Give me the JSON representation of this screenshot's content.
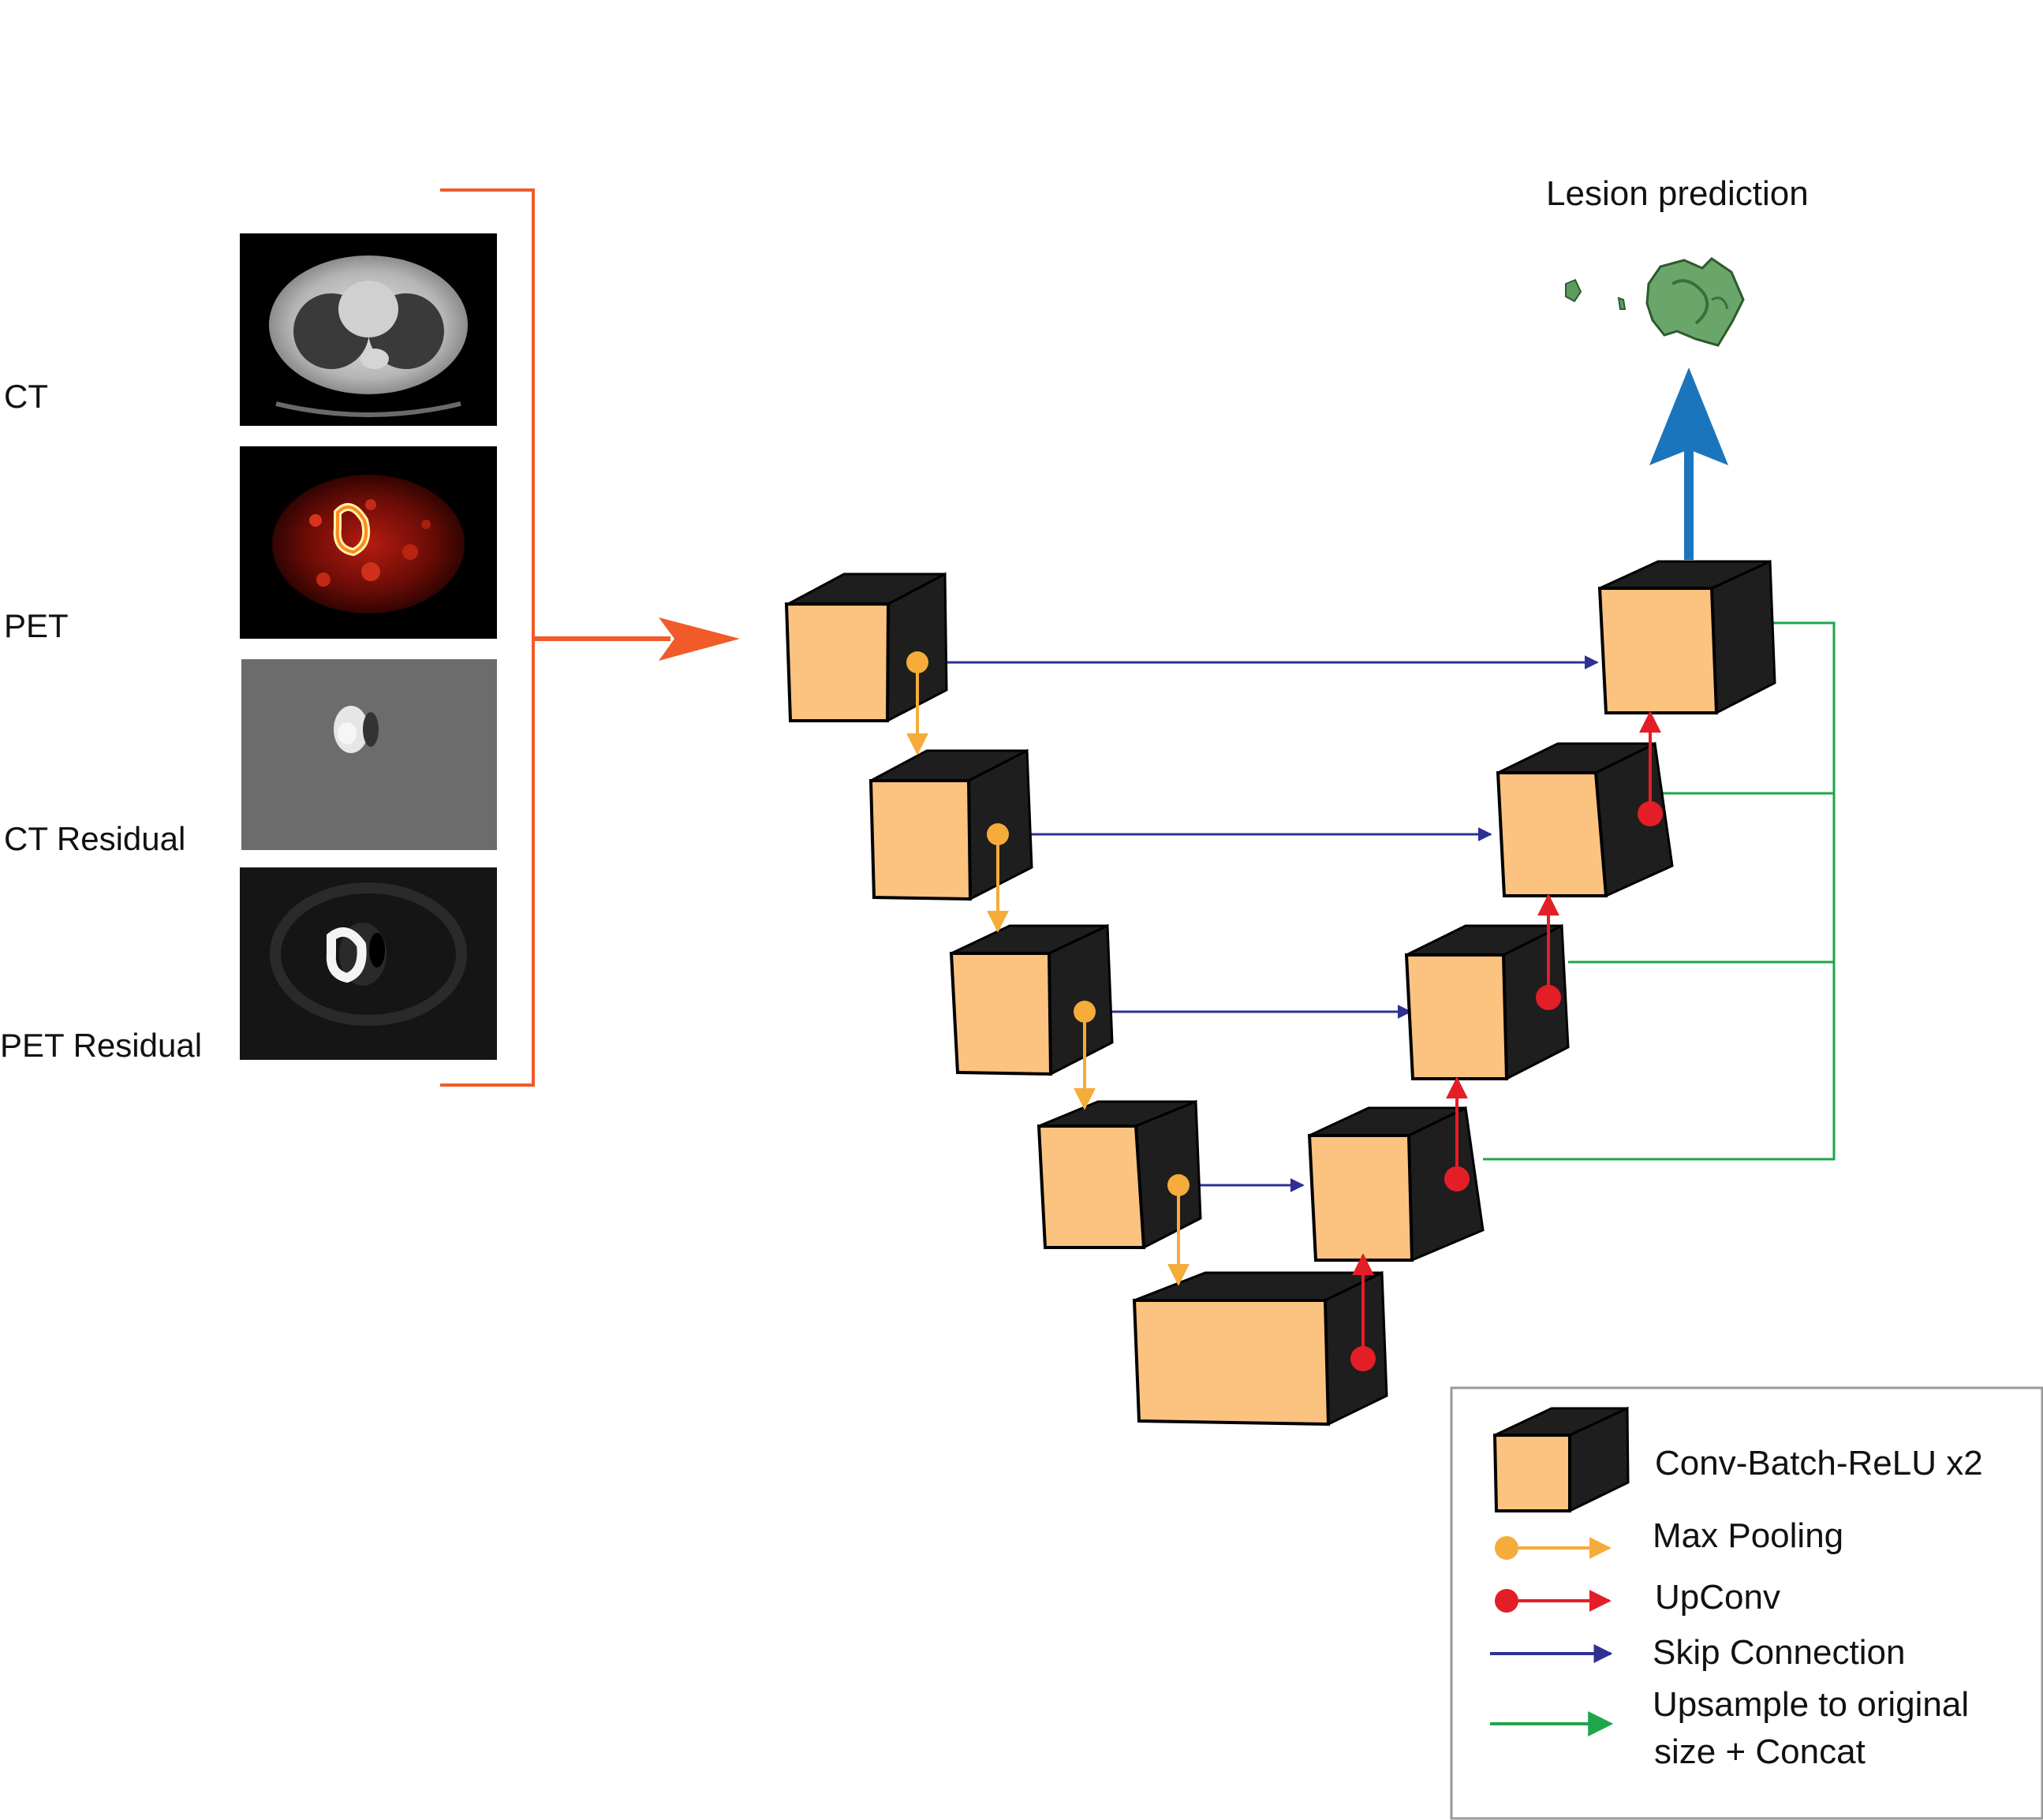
{
  "input_labels": {
    "ct": "CT",
    "pet": "PET",
    "ct_residual": "CT Residual",
    "pet_residual": "PET Residual"
  },
  "output": {
    "title": "Lesion prediction"
  },
  "legend": {
    "block": "Conv-Batch-ReLU x2",
    "max_pooling": "Max Pooling",
    "upconv": "UpConv",
    "skip_connection": "Skip Connection",
    "upsample_line1": "Upsample to original",
    "upsample_line2": "size + Concat"
  },
  "colors": {
    "block_face": "#fbc37f",
    "block_side": "#1e1e1e",
    "max_pooling": "#f5ac3a",
    "upconv": "#e41e26",
    "skip_connection": "#2e3192",
    "upsample": "#1fa64a",
    "input_arrow": "#f15a29",
    "output_arrow": "#1b75bc",
    "lesion": "#5e9b5e"
  }
}
